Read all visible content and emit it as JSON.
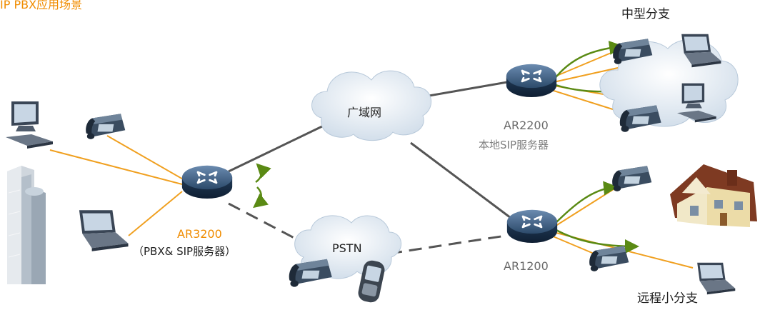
{
  "title": "IP PBX应用场景",
  "labels": {
    "wan": "广域网",
    "pstn": "PSTN",
    "mid_branch": "中型分支",
    "small_branch": "远程小分支",
    "ar2200": "AR2200",
    "ar2200_role": "本地SIP服务器",
    "ar3200": "AR3200",
    "ar3200_role": "（PBX& SIP服务器）",
    "ar1200": "AR1200"
  },
  "colors": {
    "orange_link": "#f0a020",
    "wan_link": "#555555",
    "arrow_green": "#5a8a14",
    "router_blue": "#2c4a6a",
    "cloud": "#dde8f2",
    "label_orange": "#f08c00"
  },
  "icons": [
    "router-icon",
    "cloud-icon",
    "ip-phone-icon",
    "desktop-computer-icon",
    "laptop-icon",
    "office-building-icon",
    "house-icon",
    "mobile-phone-icon"
  ]
}
